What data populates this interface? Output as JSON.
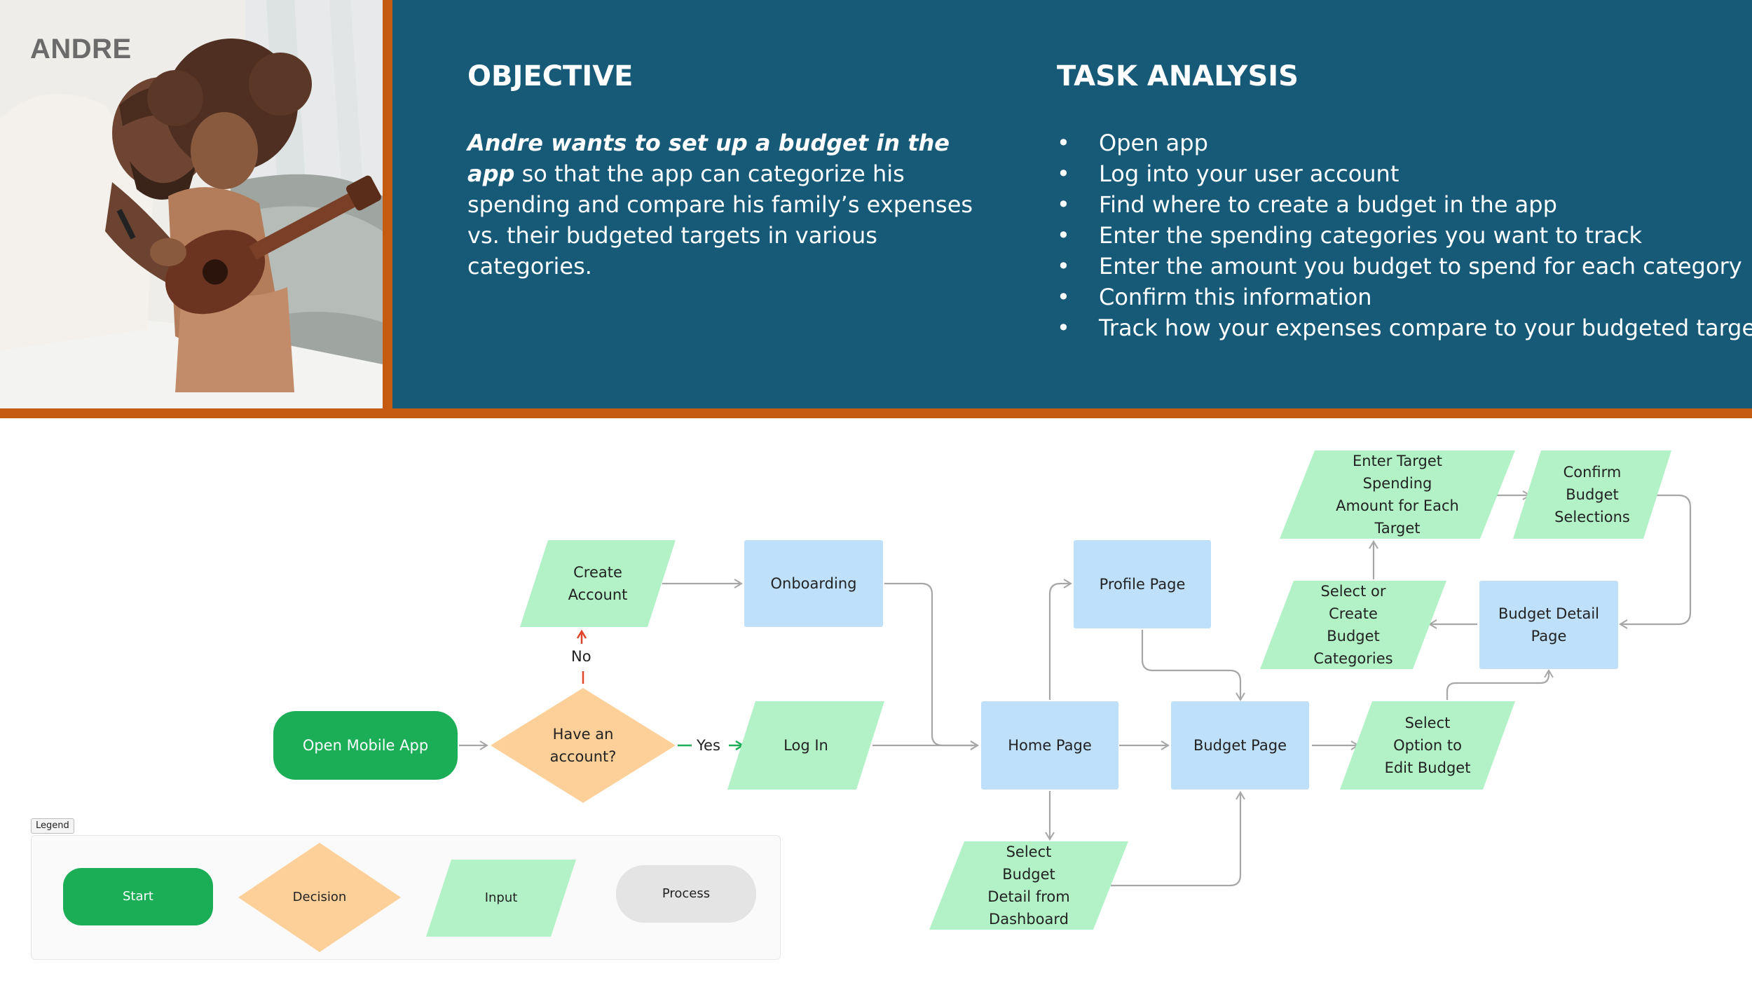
{
  "persona": {
    "name": "ANDRE"
  },
  "objective": {
    "title": "OBJECTIVE",
    "text_bold_italic": "Andre wants to set up a budget in the app",
    "text_rest": " so that the app can categorize his spending and compare his family’s expenses vs. their budgeted targets in various categories."
  },
  "task_analysis": {
    "title": "TASK ANALYSIS",
    "bullet": "•",
    "items": [
      "Open app",
      "Log into your user account",
      "Find where to create a budget in the app",
      "Enter the spending categories you want to track",
      "Enter the amount you budget to spend for each category",
      "Confirm this information",
      "Track how your expenses compare to your budgeted targets"
    ]
  },
  "flowchart": {
    "nodes": {
      "open_app": "Open Mobile App",
      "have_account": "Have an account?",
      "create_account": "Create Account",
      "onboarding": "Onboarding",
      "log_in": "Log In",
      "home_page": "Home Page",
      "profile_page": "Profile Page",
      "budget_page": "Budget Page",
      "select_budget_detail": "Select Budget Detail from Dashboard",
      "select_option_edit": "Select Option to Edit Budget",
      "budget_detail_page": "Budget Detail Page",
      "select_create_categories": "Select or Create Budget Categories",
      "enter_target_amount": "Enter Target Spending Amount for Each Target",
      "confirm_selections": "Confirm Budget Selections"
    },
    "edge_labels": {
      "no": "No",
      "yes": "Yes"
    }
  },
  "legend": {
    "tag": "Legend",
    "items": {
      "start": "Start",
      "decision": "Decision",
      "input": "Input",
      "process": "Process"
    }
  },
  "colors": {
    "banner": "#165a78",
    "accent_orange": "#c55a11",
    "start": "#1cae57",
    "decision": "#fdd09a",
    "input": "#b2f2c6",
    "process": "#bfe0fb",
    "legend_process": "#e4e4e4",
    "connector": "#a6a6a6",
    "no_arrow": "#e0452b",
    "yes_arrow": "#1cae57"
  }
}
